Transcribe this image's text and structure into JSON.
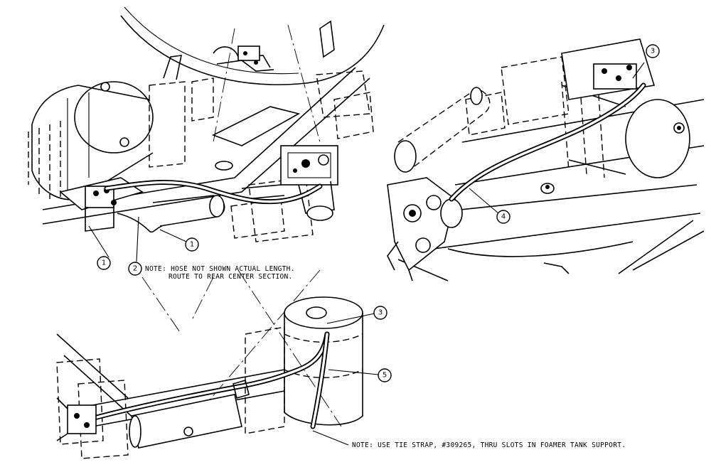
{
  "callouts": {
    "c1a": "1",
    "c1b": "1",
    "c2": "2",
    "c3a": "3",
    "c3b": "3",
    "c4": "4",
    "c5": "5"
  },
  "notes": {
    "hose_line1": "NOTE: HOSE NOT SHOWN ACTUAL LENGTH.",
    "hose_line2": "ROUTE TO REAR CENTER SECTION.",
    "tie_strap": "NOTE:  USE TIE STRAP, #309265, THRU SLOTS IN FOAMER TANK SUPPORT."
  }
}
